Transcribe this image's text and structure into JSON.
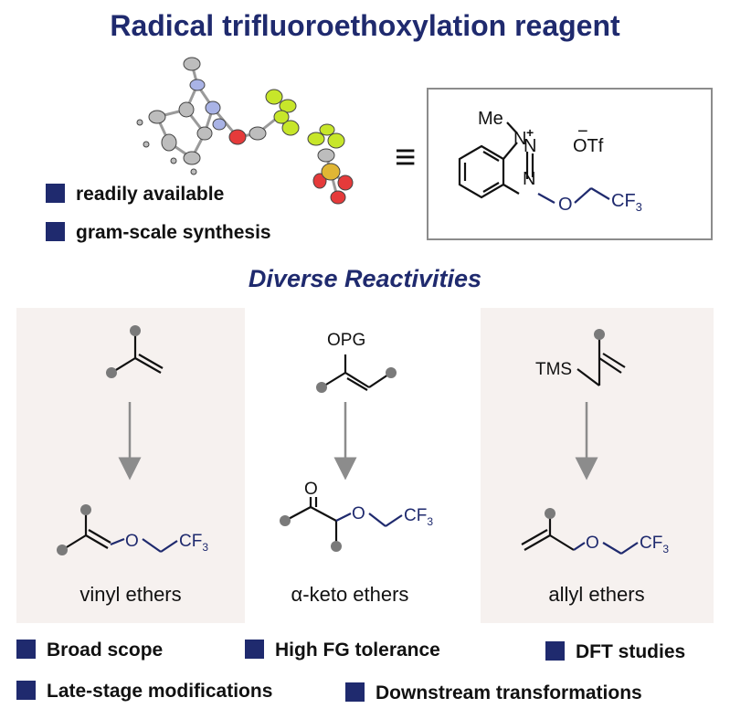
{
  "title": "Radical trifluoroethoxylation reagent",
  "subtitle": "Diverse Reactivities",
  "top_features": [
    "readily available",
    "gram-scale synthesis"
  ],
  "reagent": {
    "me": "Me",
    "plus": "+",
    "counterion_charge": "−",
    "counterion": "OTf",
    "n_atom": "N",
    "o_atom": "O",
    "cf3": "CF",
    "sub3": "3"
  },
  "equiv_symbol": "≡",
  "substrates": {
    "opg": "OPG",
    "tms": "TMS"
  },
  "products": {
    "o_atom": "O",
    "cf3": "CF",
    "sub3": "3",
    "keto_o": "O"
  },
  "captions": [
    "vinyl ethers",
    "α-keto ethers",
    "allyl ethers"
  ],
  "bottom_features": [
    "Broad scope",
    "High FG tolerance",
    "DFT studies",
    "Late-stage modifications",
    "Downstream transformations"
  ],
  "colors": {
    "navy": "#1f2a6e",
    "panel": "#f6f1ef",
    "arrow": "#8c8c8c",
    "dot": "#7a7a7a"
  }
}
